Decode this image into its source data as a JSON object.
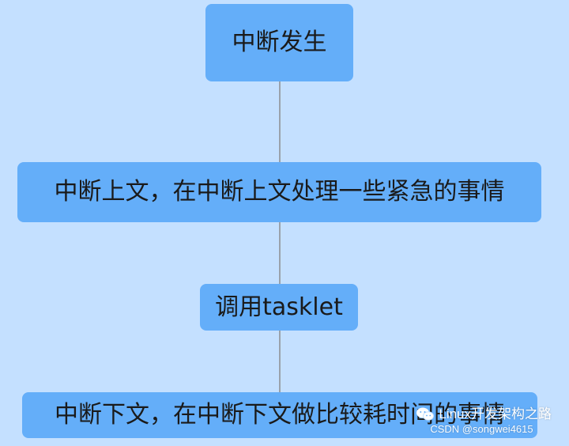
{
  "diagram": {
    "nodes": [
      {
        "id": "interrupt-occurs",
        "label": "中断发生"
      },
      {
        "id": "interrupt-top-half",
        "label": "中断上文，在中断上文处理一些紧急的事情"
      },
      {
        "id": "call-tasklet",
        "label": "调用tasklet"
      },
      {
        "id": "interrupt-bottom-half",
        "label": "中断下文，在中断下文做比较耗时间的事情"
      }
    ],
    "edges": [
      {
        "from": "interrupt-occurs",
        "to": "interrupt-top-half"
      },
      {
        "from": "interrupt-top-half",
        "to": "call-tasklet"
      },
      {
        "from": "call-tasklet",
        "to": "interrupt-bottom-half"
      }
    ]
  },
  "watermark": {
    "icon": "wechat-icon",
    "line1": "Linux开发架构之路",
    "line2": "CSDN @songwei4615"
  },
  "colors": {
    "background": "#c4e0ff",
    "node_fill": "#64aef9",
    "connector": "#9aa2ab",
    "text": "#1a1a1a"
  }
}
